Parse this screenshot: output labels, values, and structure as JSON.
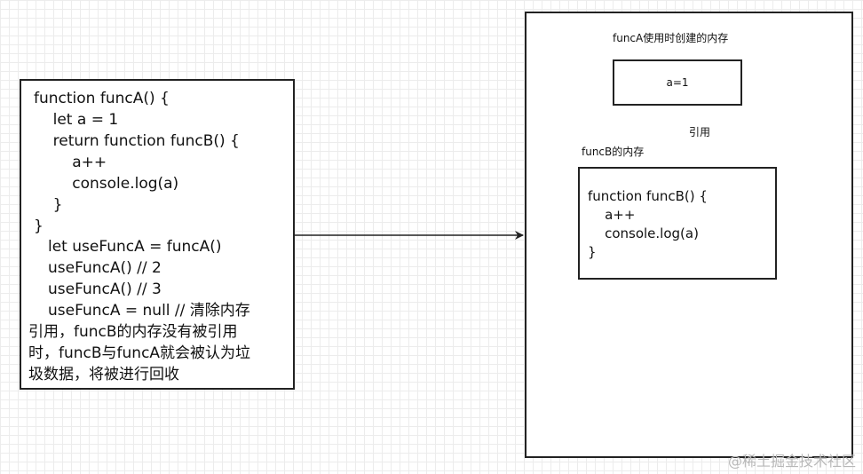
{
  "code_box": {
    "lines": [
      "function funcA() {",
      "    let a = 1",
      "    return function funcB() {",
      "        a++",
      "        console.log(a)",
      "    }",
      "}",
      "let useFuncA = funcA()",
      "useFuncA() // 2",
      "useFuncA() // 3",
      "useFuncA = null // 清除内存",
      "引用，funcB的内存没有被引用",
      "时，funcB与funcA就会被认为垃",
      "圾数据，将被进行回收"
    ]
  },
  "memory_box": {
    "title": "funcA使用时创建的内存",
    "a_value": "a=1",
    "reference_label": "引用",
    "funcb_label": "funcB的内存",
    "funcb_lines": [
      "function funcB() {",
      "    a++",
      "    console.log(a)",
      "}"
    ]
  },
  "watermark": "@稀土掘金技术社区",
  "colors": {
    "border": "#222222",
    "grid": "#ececec",
    "watermark": "#b8b8b8"
  }
}
